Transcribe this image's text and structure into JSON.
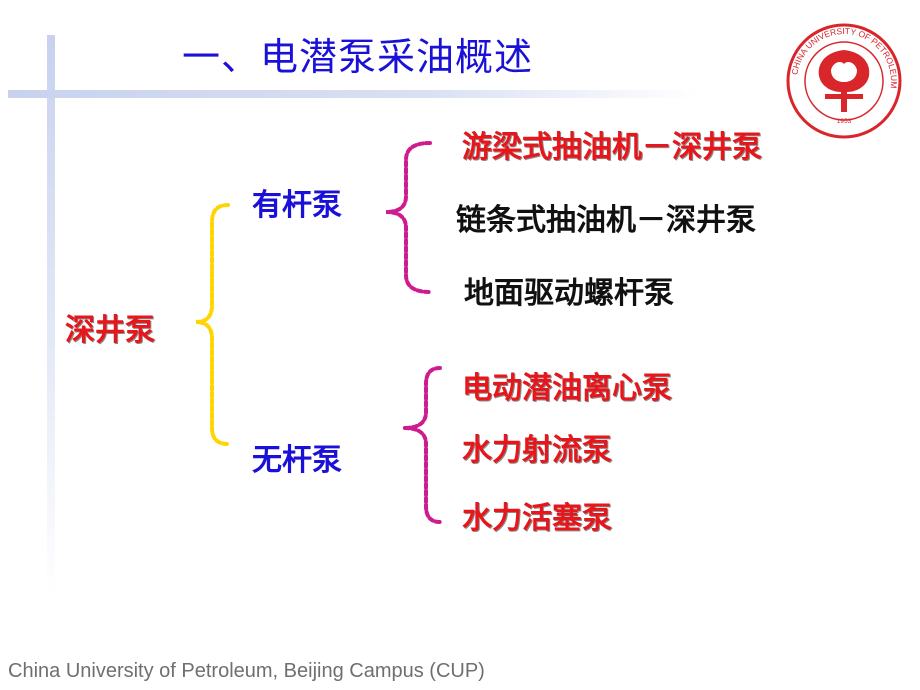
{
  "slide": {
    "title": "一、电潜泵采油概述",
    "footer": "China University of Petroleum, Beijing Campus (CUP)"
  },
  "logo": {
    "ring_text": "CHINA UNIVERSITY OF PETROLEUM",
    "year": "1953",
    "color": "#d8262b"
  },
  "tree": {
    "root": "深井泵",
    "rod": {
      "label": "有杆泵",
      "children": [
        "游梁式抽油机－深井泵",
        "链条式抽油机－深井泵",
        "地面驱动螺杆泵"
      ]
    },
    "rodless": {
      "label": "无杆泵",
      "children": [
        "电动潜油离心泵",
        "水力射流泵",
        "水力活塞泵"
      ]
    }
  },
  "colors": {
    "title": "#1a10d8",
    "highlight": "#e8151b",
    "branch": "#1a10d8",
    "normal": "#111111",
    "bracket_main": "#ffd400",
    "bracket_sub": "#cc1c8f"
  }
}
